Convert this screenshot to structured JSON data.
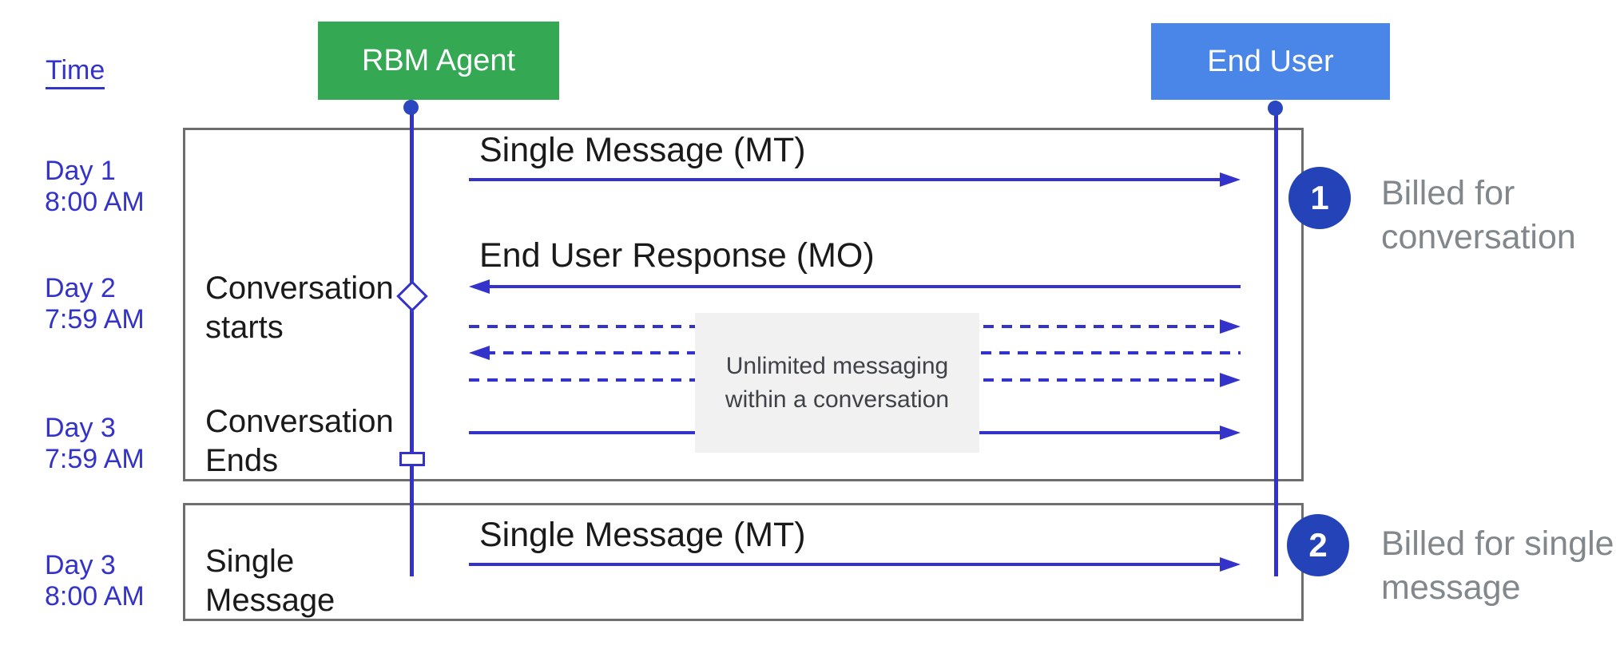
{
  "palette": {
    "agent_green": "#34a853",
    "user_blue": "#4a86e8",
    "line_blue": "#3333cc",
    "marker_blue": "#2a46c0",
    "badge_navy": "#2443b8",
    "frame_gray": "#6e6e6e",
    "billing_gray": "#82878c",
    "panel_gray": "#f1f1f2"
  },
  "axis": {
    "label": "Time"
  },
  "actors": {
    "agent": {
      "label": "RBM Agent"
    },
    "end_user": {
      "label": "End User"
    }
  },
  "timeline": [
    {
      "day": "Day 1",
      "time": "8:00 AM"
    },
    {
      "day": "Day 2",
      "time": "7:59 AM"
    },
    {
      "day": "Day 3",
      "time": "7:59 AM"
    },
    {
      "day": "Day 3",
      "time": "8:00 AM"
    }
  ],
  "conversation": {
    "start_event": "Conversation starts",
    "end_event": "Conversation Ends",
    "message_mt": "Single Message (MT)",
    "message_mo": "End User Response (MO)",
    "note": "Unlimited messaging within a conversation"
  },
  "single_message": {
    "event": "Single Message",
    "message_mt": "Single Message (MT)"
  },
  "billing": [
    {
      "badge": "1",
      "line1": "Billed for",
      "line2": "conversation"
    },
    {
      "badge": "2",
      "line1": "Billed for single",
      "line2": "message"
    }
  ]
}
